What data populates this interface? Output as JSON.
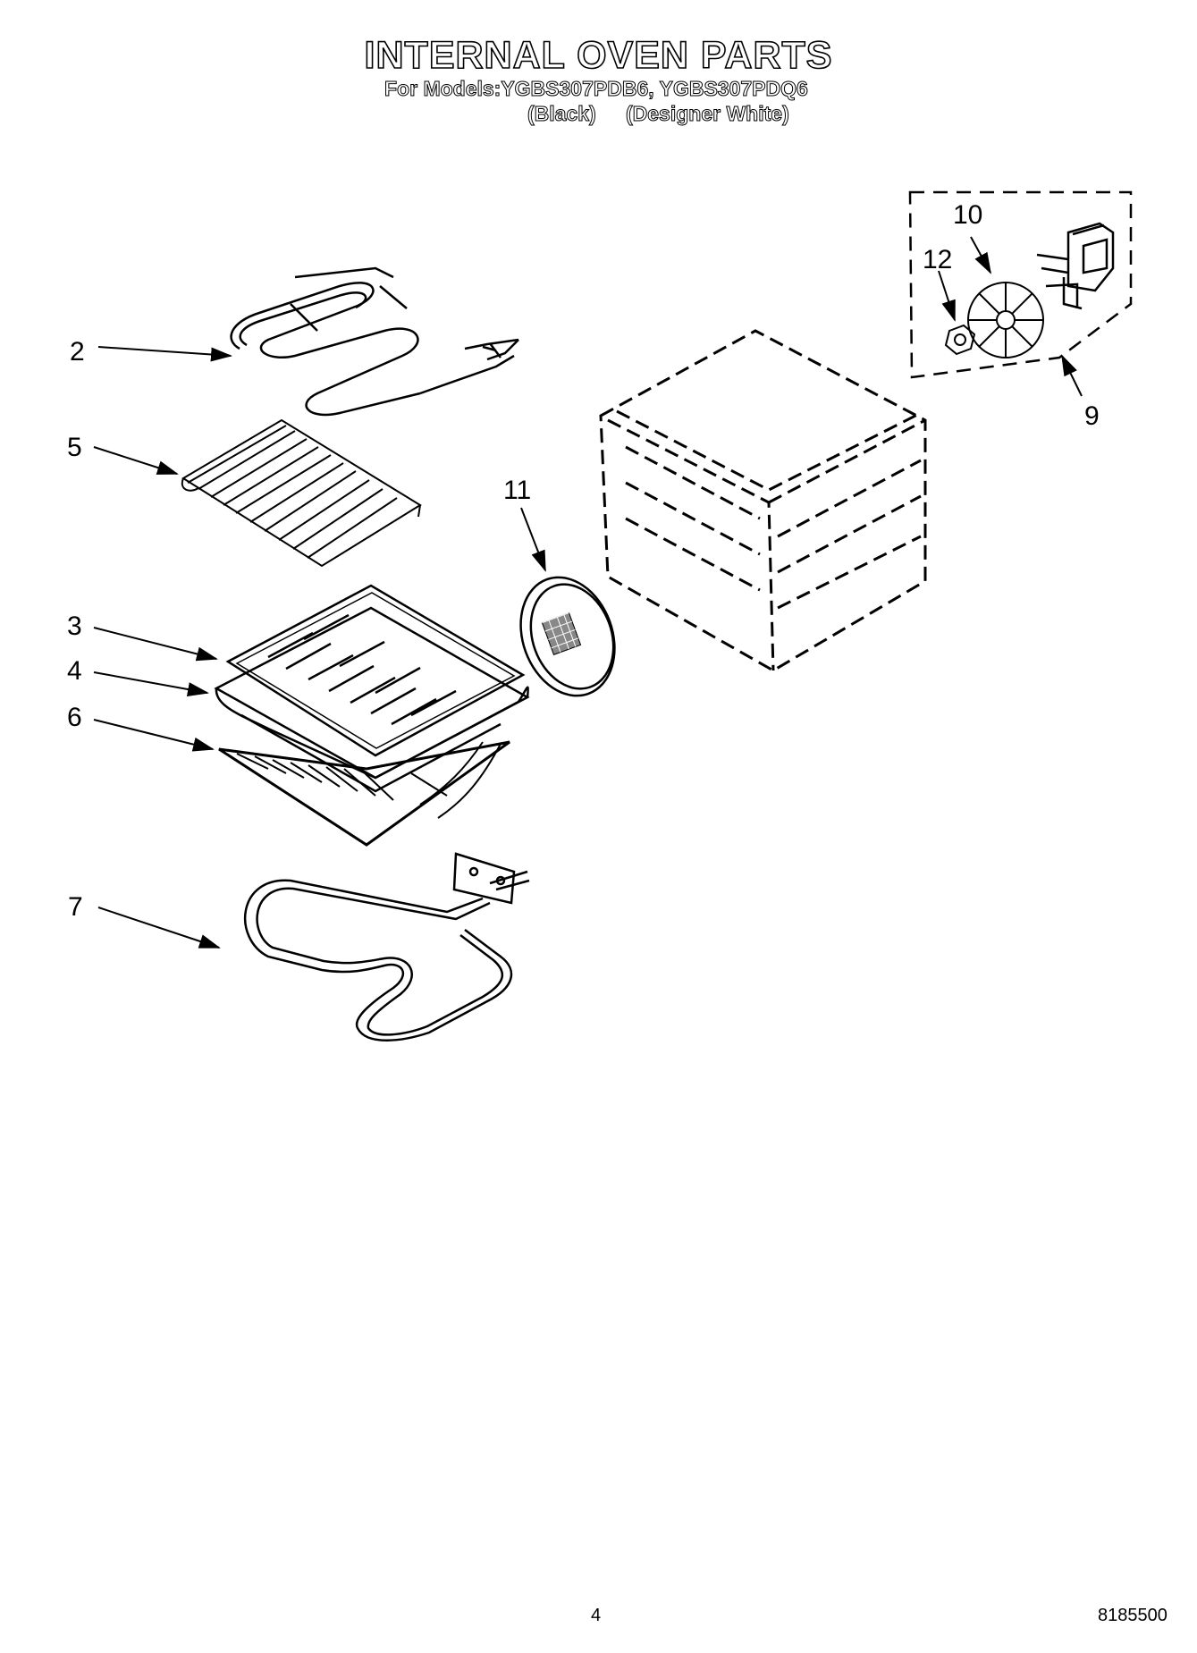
{
  "header": {
    "title": "INTERNAL OVEN PARTS",
    "models_line": "For Models:YGBS307PDB6, YGBS307PDQ6",
    "variant_black": "(Black)",
    "variant_white": "(Designer White)"
  },
  "callouts": [
    "2",
    "5",
    "3",
    "4",
    "6",
    "7",
    "11",
    "10",
    "12",
    "9"
  ],
  "footer": {
    "page_number": "4",
    "document_number": "8185500"
  }
}
